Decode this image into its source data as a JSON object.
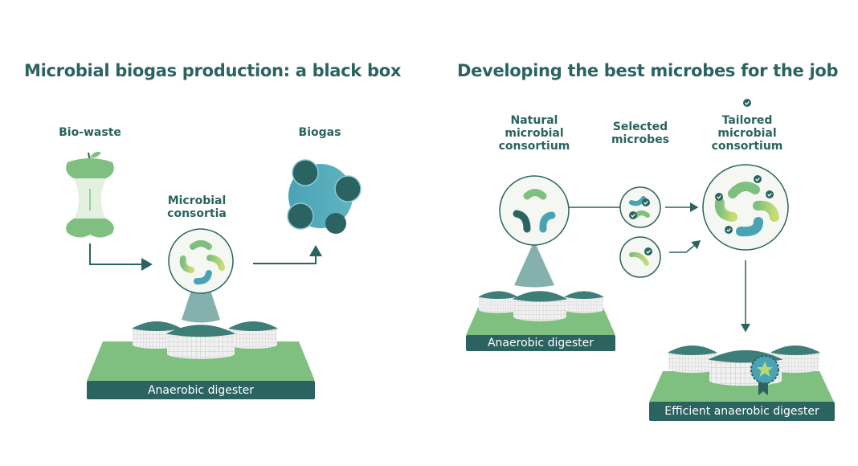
{
  "left_panel": {
    "title": "Microbial biogas production: a black box",
    "input_label": "Bio-waste",
    "output_label": "Biogas",
    "process_label": "Microbial\nconsortia",
    "digester_label": "Anaerobic digester"
  },
  "right_panel": {
    "title": "Developing the best microbes for the job",
    "step1_label": "Natural\nmicrobial\nconsortium",
    "step2_label": "Selected\nmicrobes",
    "step3_label": "Tailored\nmicrobial\nconsortium",
    "digester_label": "Anaerobic digester",
    "result_label": "Efficient anaerobic digester"
  },
  "colors": {
    "dark_teal": "#2b6360",
    "green": "#7fbf80",
    "light_green": "#b7d77a",
    "teal_blue": "#4aa3b5"
  }
}
